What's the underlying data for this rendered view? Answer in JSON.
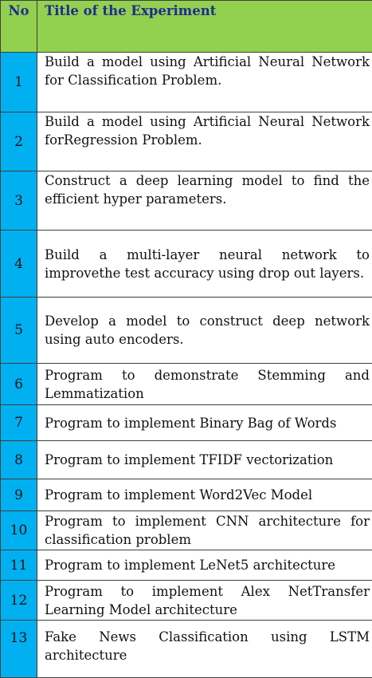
{
  "header": {
    "no_label": "No",
    "title_label": "Title of the Experiment"
  },
  "colors": {
    "header_bg": "#92d050",
    "header_text": "#1f2d8c",
    "number_bg": "#00b0f0"
  },
  "experiments": [
    {
      "no": "1",
      "line1": "Build a model using Artificial Neural Network",
      "line2": "for  Classification Problem."
    },
    {
      "no": "2",
      "line1": "Build a model using Artificial Neural Network",
      "line2": "forRegression Problem."
    },
    {
      "no": "3",
      "line1": "Construct a deep learning model to find the",
      "line2": "efficient hyper parameters."
    },
    {
      "no": "4",
      "line1": "Build a multi-layer neural network to",
      "line2": "improvethe test accuracy using drop out layers."
    },
    {
      "no": "5",
      "line1": "Develop a model to construct deep network",
      "line2": "using auto encoders."
    },
    {
      "no": "6",
      "line1": "Program to  demonstrate Stemming and",
      "line2": "Lemmatization"
    },
    {
      "no": "7",
      "line1": "Program to implement Binary Bag of Words"
    },
    {
      "no": "8",
      "line1": "Program to implement TFIDF vectorization"
    },
    {
      "no": "9",
      "line1": "Program to implement Word2Vec Model"
    },
    {
      "no": "10",
      "line1": "Program to implement CNN architecture for",
      "line2": "classification problem"
    },
    {
      "no": "11",
      "line1": "Program to implement LeNet5 architecture"
    },
    {
      "no": "12",
      "line1": "Program to implement Alex NetTransfer",
      "line2": "Learning Model architecture"
    },
    {
      "no": "13",
      "line1": "Fake News Classification using LSTM",
      "line2": "architecture"
    }
  ]
}
